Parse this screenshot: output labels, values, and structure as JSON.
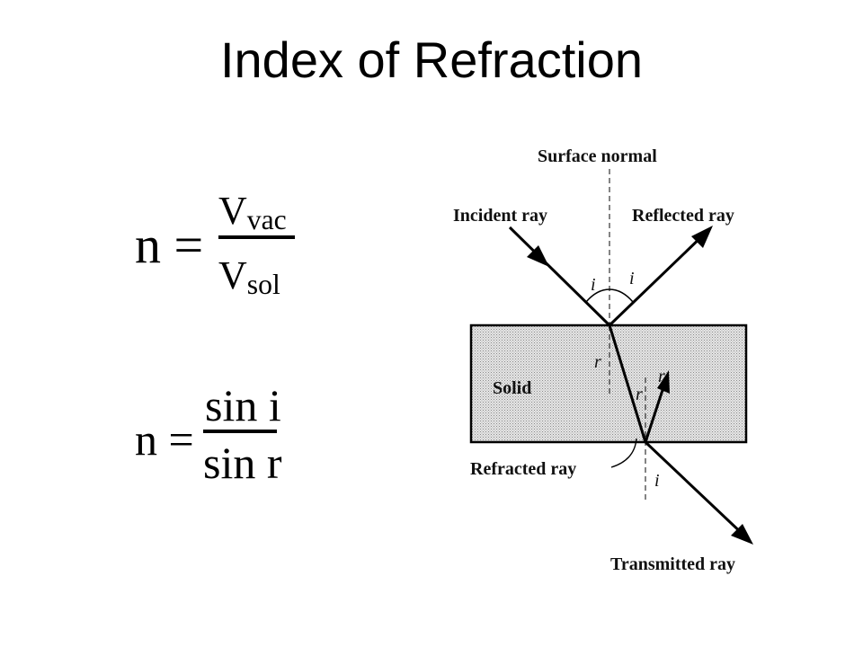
{
  "title": "Index of Refraction",
  "equation1": {
    "lhs": "n =",
    "numerator_base": "V",
    "numerator_sub": "vac",
    "denominator_base": "V",
    "denominator_sub": "sol"
  },
  "equation2": {
    "lhs": "n =",
    "numerator": "sin i",
    "denominator": "sin r"
  },
  "diagram": {
    "labels": {
      "surface_normal": "Surface normal",
      "incident_ray": "Incident ray",
      "reflected_ray": "Reflected ray",
      "solid": "Solid",
      "refracted_ray": "Refracted ray",
      "transmitted_ray": "Transmitted ray"
    },
    "angles": {
      "incident": "i",
      "reflected": "i",
      "refracted_top": "r",
      "refracted_bottom": "r",
      "internal_reflected": "r",
      "exit": "i"
    }
  }
}
